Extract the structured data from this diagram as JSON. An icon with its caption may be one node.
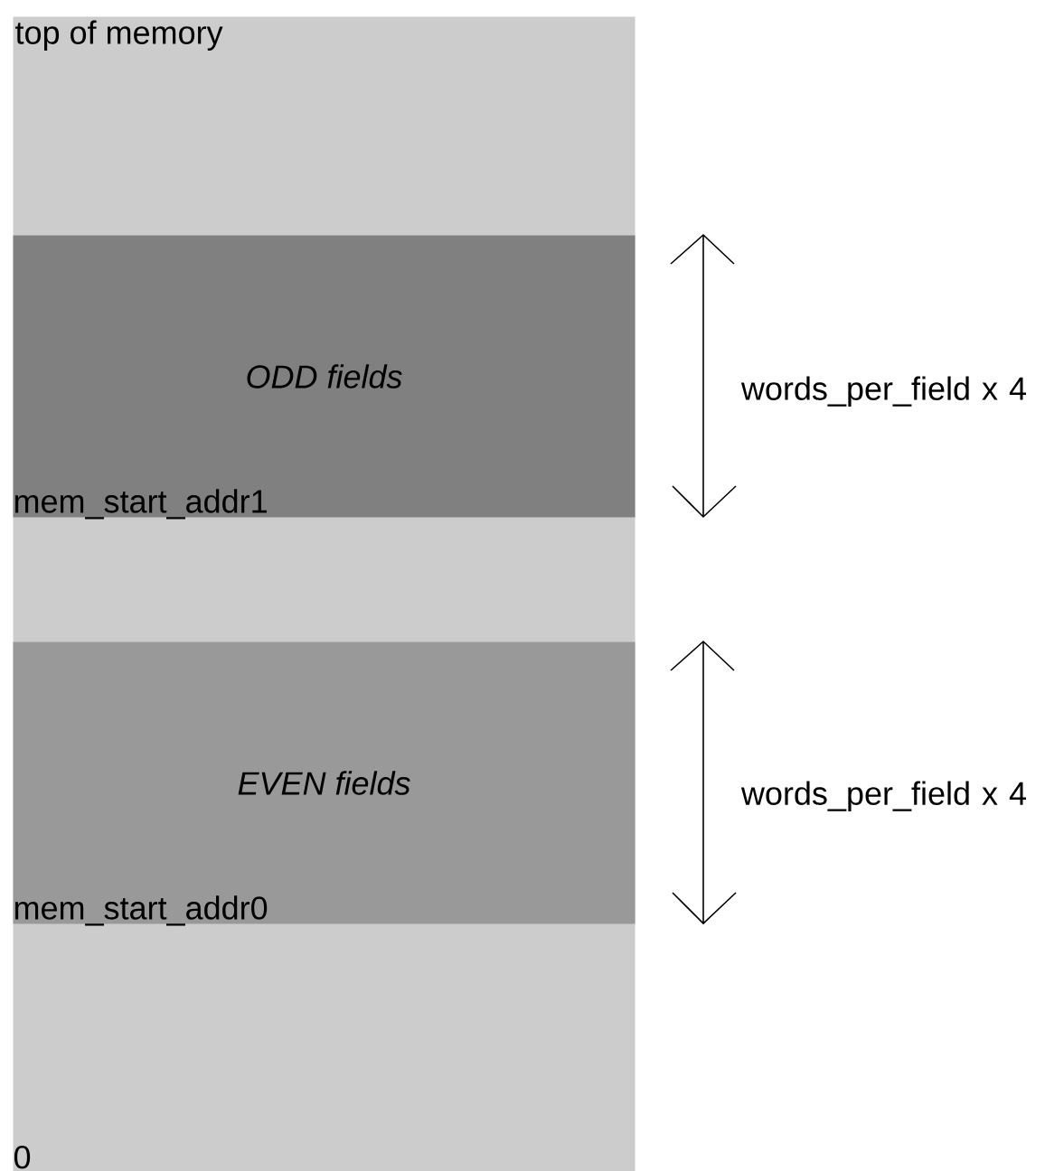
{
  "diagram": {
    "nodes": [
      {
        "text": [
          "top of memory",
          "0"
        ]
      },
      {
        "text": [
          "ODD fields",
          "mem_start_addr1"
        ],
        "in": 0
      },
      {
        "text": [
          "EVEN fields",
          "mem_start_addr0"
        ],
        "in": 0
      }
    ],
    "labels": [
      "words_per_field x 4",
      "words_per_field x 4"
    ]
  }
}
